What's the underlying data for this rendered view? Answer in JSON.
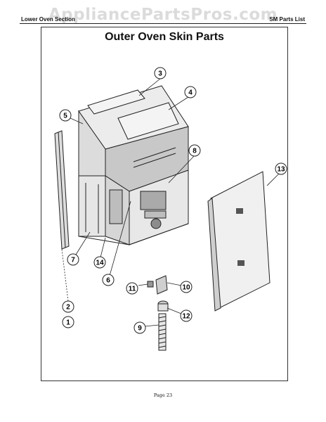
{
  "header": {
    "left_text": "Lower Oven Section",
    "right_text": "SM Parts List",
    "watermark": "AppliancePartsPros.com"
  },
  "diagram": {
    "title": "Outer Oven Skin Parts",
    "callouts": [
      "1",
      "2",
      "3",
      "4",
      "5",
      "6",
      "7",
      "8",
      "9",
      "10",
      "11",
      "12",
      "13",
      "14"
    ]
  },
  "footer": {
    "page_label": "Page 23"
  }
}
